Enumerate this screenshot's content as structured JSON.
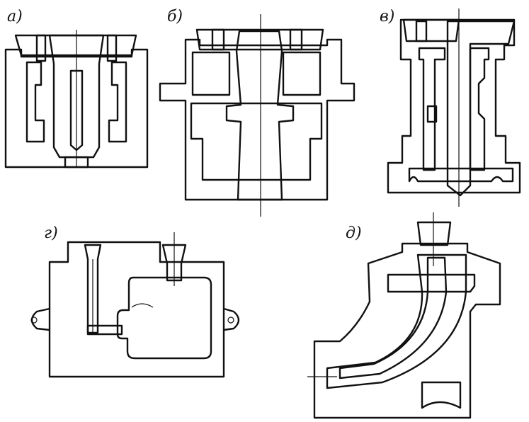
{
  "figure": {
    "labels": {
      "a": "а)",
      "b": "б)",
      "v": "в)",
      "g": "г)",
      "d": "д)"
    }
  }
}
